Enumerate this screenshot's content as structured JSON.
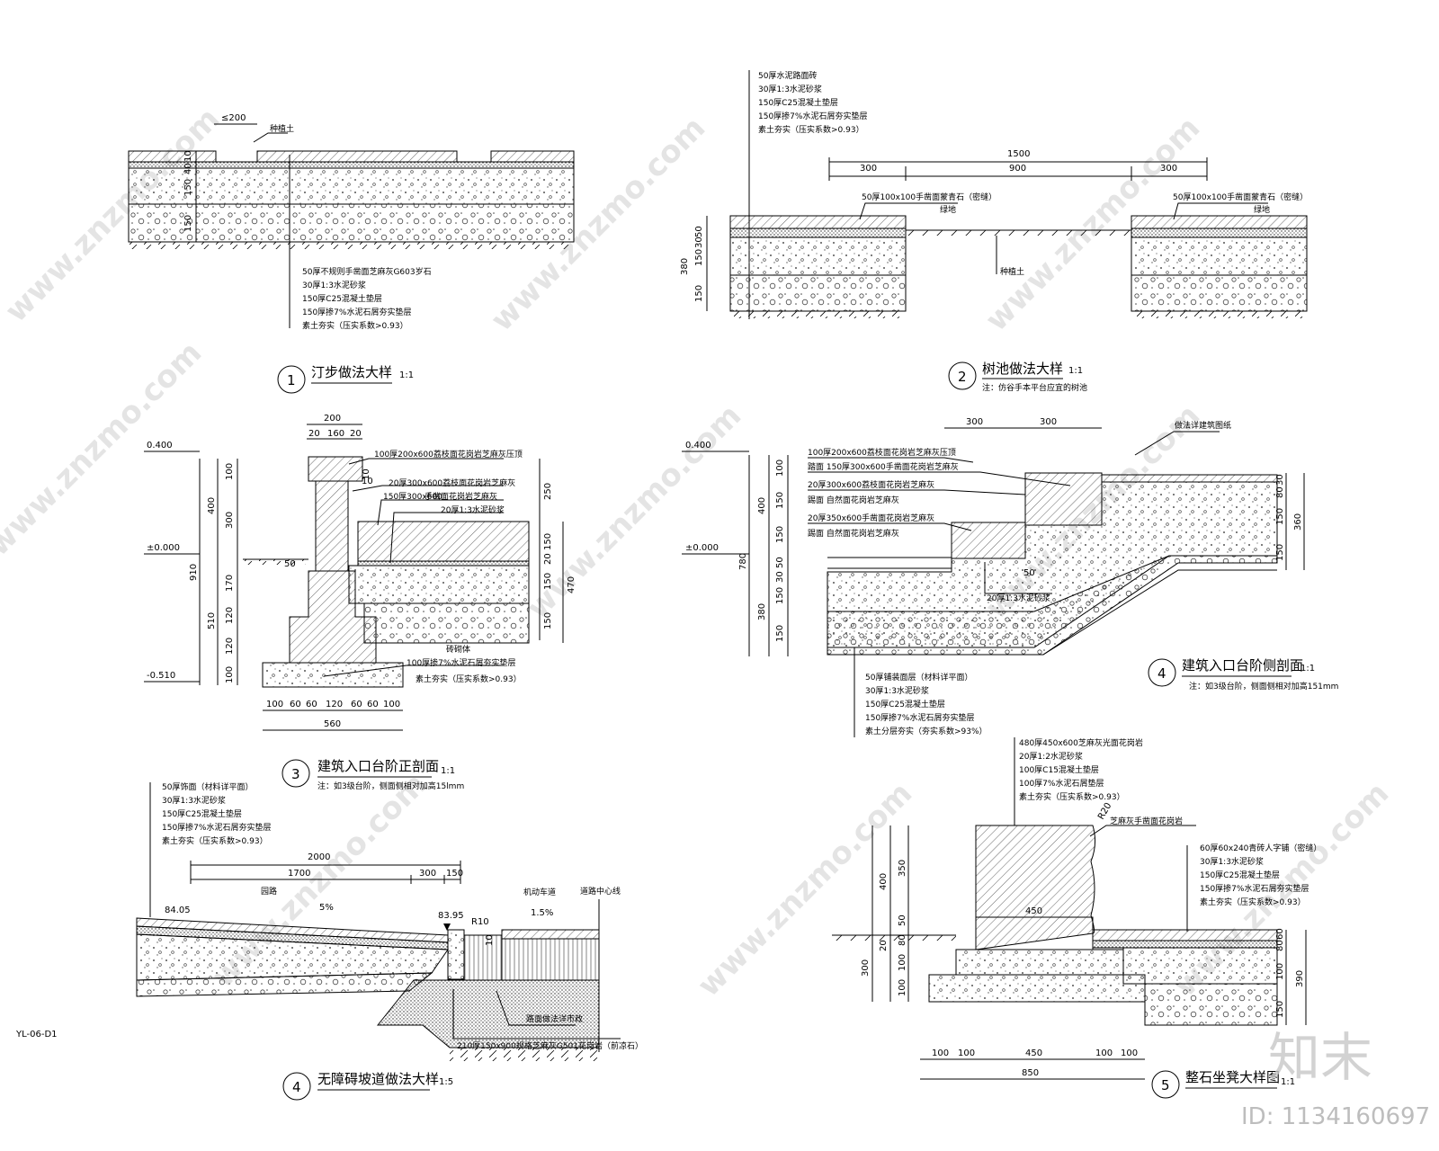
{
  "sheet_code": "YL-06-D1",
  "watermark": {
    "text": "www.znzmo.com",
    "brand": "知末",
    "id": "ID: 1134160697"
  },
  "details": [
    {
      "num": "1",
      "title": "汀步做法大样",
      "scale": "1:1",
      "top_labels": [
        "≤200",
        "种植土"
      ],
      "dims": [
        "10",
        "40",
        "150",
        "150"
      ],
      "layers": [
        "50厚不规则手凿面芝麻灰G603岁石",
        "30厚1:3水泥砂浆",
        "150厚C25混凝土垫层",
        "150厚掺7%水泥石屑夯实垫层",
        "素土夯实（压实系数>0.93）"
      ]
    },
    {
      "num": "2",
      "title": "树池做法大样",
      "scale": "1:1",
      "note": "注：仿谷手本平台应宜的树池",
      "layers": [
        "50厚水泥路面砖",
        "30厚1:3水泥砂浆",
        "150厚C25混凝土垫层",
        "150厚掺7%水泥石屑夯实垫层",
        "素土夯实（压实系数>0.93）"
      ],
      "dims_top": [
        "1500",
        "300",
        "900",
        "300"
      ],
      "dims_left": [
        "50",
        "30",
        "150",
        "150",
        "380"
      ],
      "callouts": [
        "50厚100x100手凿面蒙青石（密缝）",
        "50厚100x100手凿面蒙青石（密缝）",
        "种植土",
        "绿地",
        "绿地"
      ]
    },
    {
      "num": "3",
      "title": "建筑入口台阶正剖面",
      "scale": "1:1",
      "note": "注：如3级台阶，侧面侧相对加高15lmm",
      "levels": [
        "0.400",
        "±0.000",
        "-0.510"
      ],
      "dims_top": [
        "200",
        "20",
        "160",
        "20"
      ],
      "dims_left": [
        "100",
        "300",
        "170",
        "120",
        "120",
        "100",
        "400",
        "510",
        "910",
        "50"
      ],
      "dims_right": [
        "250",
        "150",
        "20",
        "150",
        "150",
        "470"
      ],
      "dims_bottom": [
        "100",
        "60",
        "60",
        "120",
        "60",
        "60",
        "100",
        "560"
      ],
      "callouts": [
        "100厚200x600荔枝面花岗岩芝麻灰压顶",
        "20厚300x600荔枝面花岗岩芝麻灰",
        "150厚300x600",
        "手凿面花岗岩芝麻灰",
        "20厚1:3水泥砂浆",
        "10",
        "10",
        "砖砌体",
        "100厚掺7%水泥石屑夯实垫层",
        "素土夯实（压实系数>0.93）"
      ]
    },
    {
      "num": "4",
      "title": "建筑入口台阶侧剖面",
      "scale": "1:1",
      "note": "注：如3级台阶，侧面侧相对加高151mm",
      "levels": [
        "0.400",
        "±0.000"
      ],
      "dims_top": [
        "300",
        "300"
      ],
      "dims_left": [
        "100",
        "150",
        "150",
        "50",
        "30",
        "150",
        "150",
        "400",
        "380",
        "780"
      ],
      "dims_right": [
        "30",
        "80",
        "150",
        "150",
        "360"
      ],
      "callouts": [
        "100厚200x600荔枝面花岗岩芝麻灰压顶",
        "踏面 150厚300x600手凿面花岗岩芝麻灰",
        "20厚300x600荔枝面花岗岩芝麻灰",
        "踢面 自然面花岗岩芝麻灰",
        "20厚350x600手凿面花岗岩芝麻灰",
        "踢面 自然面花岗岩芝麻灰",
        "做法详建筑图纸",
        "50",
        "20厚1:3水泥砂浆"
      ],
      "layers": [
        "50厚铺装面层（材料详平面）",
        "30厚1:3水泥砂浆",
        "150厚C25混凝土垫层",
        "150厚掺7%水泥石屑夯实垫层",
        "素土分层夯实（夯实系数>93%）"
      ]
    },
    {
      "num": "4",
      "title": "无障碍坡道做法大样",
      "scale": "1:5",
      "layers": [
        "50厚饰面（材料详平面）",
        "30厚1:3水泥砂浆",
        "150厚C25混凝土垫层",
        "150厚掺7%水泥石屑夯实垫层",
        "素土夯实（压实系数>0.93）"
      ],
      "dims_top": [
        "2000",
        "1700",
        "300",
        "150"
      ],
      "levels": [
        "84.05",
        "83.95"
      ],
      "labels": [
        "园路",
        "5%",
        "R10",
        "10",
        "机动车道",
        "1.5%",
        "道路中心线"
      ],
      "callouts": [
        "路面做法详市政",
        "210厚150x900规格芝麻灰G501花岗岩（前凉石）"
      ]
    },
    {
      "num": "5",
      "title": "整石坐凳大样图",
      "scale": "1:1",
      "layers": [
        "480厚450x600芝麻灰光面花岗岩",
        "20厚1:2水泥砂浆",
        "100厚C15混凝土垫层",
        "100厚7%水泥石屑垫层",
        "素土夯实（压实系数>0.93）"
      ],
      "callout_top": [
        "R20",
        "芝麻灰手凿面花岗岩"
      ],
      "right_layers": [
        "60厚60x240青砖人字铺（密缝）",
        "30厚1:3水泥砂浆",
        "150厚C25混凝土垫层",
        "150厚掺7%水泥石屑夯实垫层",
        "素土夯实（压实系数>0.93）"
      ],
      "dims_left": [
        "400",
        "350",
        "50",
        "80",
        "20",
        "300",
        "100",
        "100"
      ],
      "dims_right": [
        "60",
        "80",
        "100",
        "150",
        "390"
      ],
      "dims_bottom": [
        "100",
        "100",
        "450",
        "100",
        "100",
        "850"
      ],
      "inner_dim": "450"
    }
  ]
}
